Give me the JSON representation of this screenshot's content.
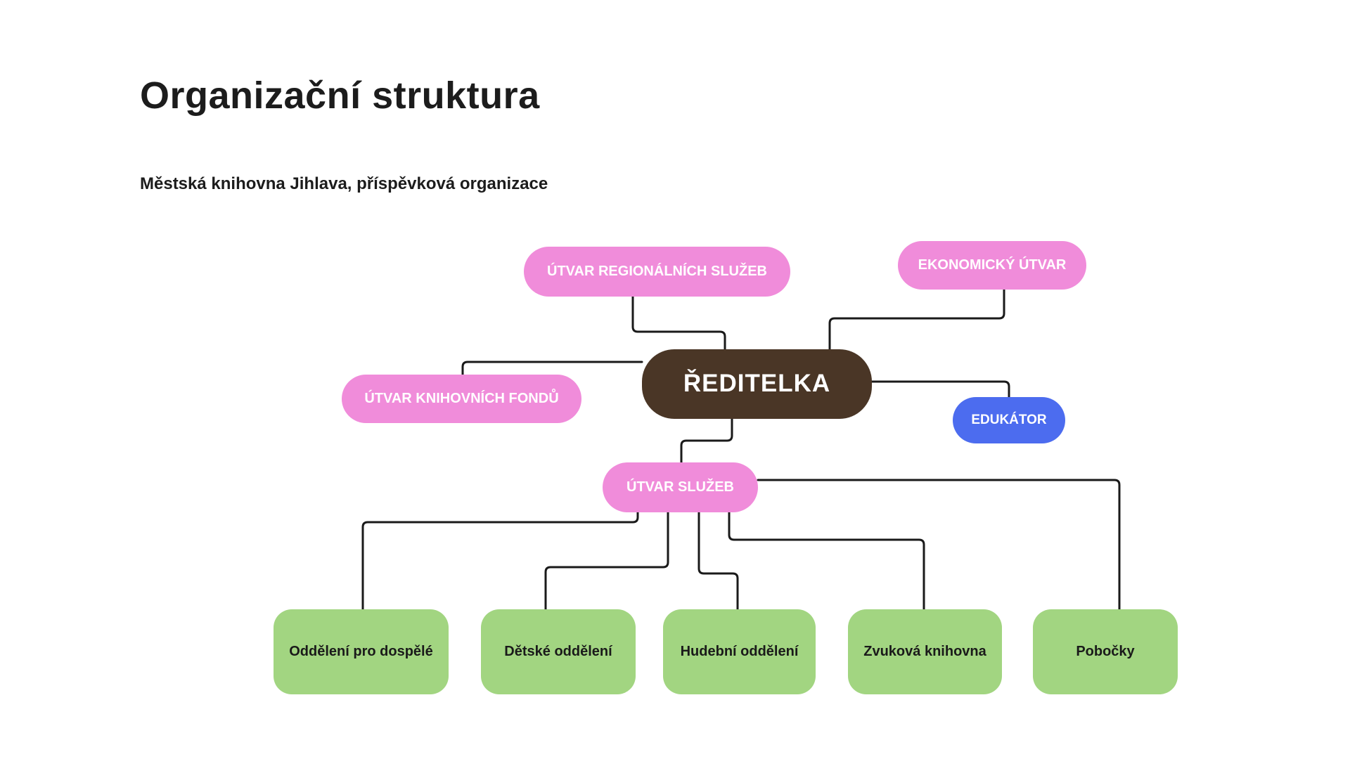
{
  "page": {
    "title": "Organizační struktura",
    "subtitle": "Městská knihovna Jihlava, příspěvková organizace"
  },
  "colors": {
    "pink_node": "#F08CDA",
    "brown_root": "#4A3626",
    "blue_node": "#4C6CEF",
    "green_node": "#A2D581",
    "connector_line": "#1A1A1A",
    "background": "#FFFFFF",
    "text_dark": "#1C1C1C",
    "text_light": "#FFFFFF"
  },
  "nodes": {
    "regional": {
      "label": "ÚTVAR REGIONÁLNÍCH SLUŽEB"
    },
    "ekonomicky": {
      "label": "EKONOMICKÝ ÚTVAR"
    },
    "reditelka": {
      "label": "ŘEDITELKA"
    },
    "fondy": {
      "label": "ÚTVAR KNIHOVNÍCH FONDŮ"
    },
    "edukator": {
      "label": "EDUKÁTOR"
    },
    "sluzby": {
      "label": "ÚTVAR SLUŽEB"
    },
    "dospele": {
      "label": "Oddělení pro dospělé"
    },
    "detske": {
      "label": "Dětské oddělení"
    },
    "hudebni": {
      "label": "Hudební oddělení"
    },
    "zvukova": {
      "label": "Zvuková knihovna"
    },
    "pobocky": {
      "label": "Pobočky"
    }
  },
  "hierarchy": {
    "root": "ŘEDITELKA",
    "children_of_root": [
      "ÚTVAR REGIONÁLNÍCH SLUŽEB",
      "EKONOMICKÝ ÚTVAR",
      "ÚTVAR KNIHOVNÍCH FONDŮ",
      "EDUKÁTOR",
      "ÚTVAR SLUŽEB"
    ],
    "children_of_utvar_sluzeb": [
      "Oddělení pro dospělé",
      "Dětské oddělení",
      "Hudební oddělení",
      "Zvuková knihovna",
      "Pobočky"
    ]
  }
}
